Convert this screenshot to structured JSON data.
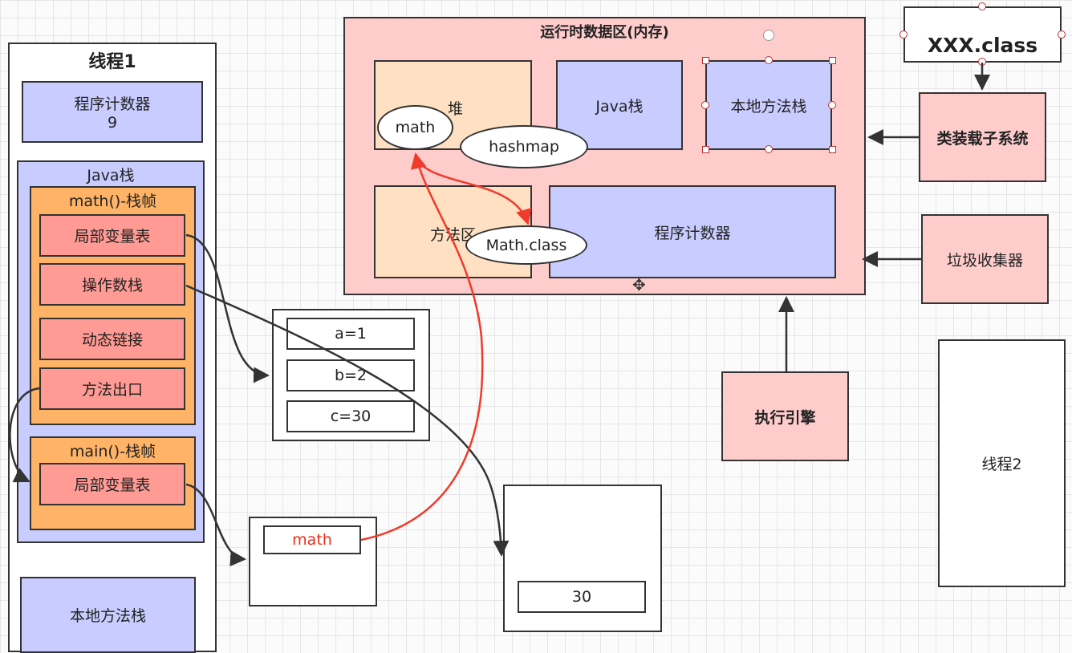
{
  "thread1": {
    "title": "线程1",
    "program_counter": {
      "label": "程序计数器",
      "value": "9"
    },
    "java_stack": {
      "label": "Java栈",
      "math_frame": {
        "label": "math()-栈帧",
        "local_vars": "局部变量表",
        "operand_stack": "操作数栈",
        "dynamic_link": "动态链接",
        "method_exit": "方法出口"
      },
      "main_frame": {
        "label": "main()-栈帧",
        "local_vars": "局部变量表"
      }
    },
    "native_stack": "本地方法栈"
  },
  "locals_box": {
    "a": "a=1",
    "b": "b=2",
    "c": "c=30"
  },
  "main_locals_box": {
    "math": "math"
  },
  "result_box": {
    "value": "30"
  },
  "runtime_area": {
    "title": "运行时数据区(内存)",
    "heap": {
      "label": "堆",
      "math": "math",
      "hashmap": "hashmap"
    },
    "java_stack": "Java栈",
    "native_stack": "本地方法栈",
    "method_area": {
      "label": "方法区",
      "class": "Math.class"
    },
    "program_counter": "程序计数器"
  },
  "class_file": "XXX.class",
  "class_loader": "类装载子系统",
  "garbage_collector": "垃圾收集器",
  "execution_engine": "执行引擎",
  "thread2": "线程2",
  "colors": {
    "blue": "#c8ccff",
    "pink": "#ffcccc",
    "red_cell": "#ff9b94",
    "orange": "#ffb366",
    "peach": "#ffe0c2",
    "reference_arrow": "#f03a2a"
  }
}
